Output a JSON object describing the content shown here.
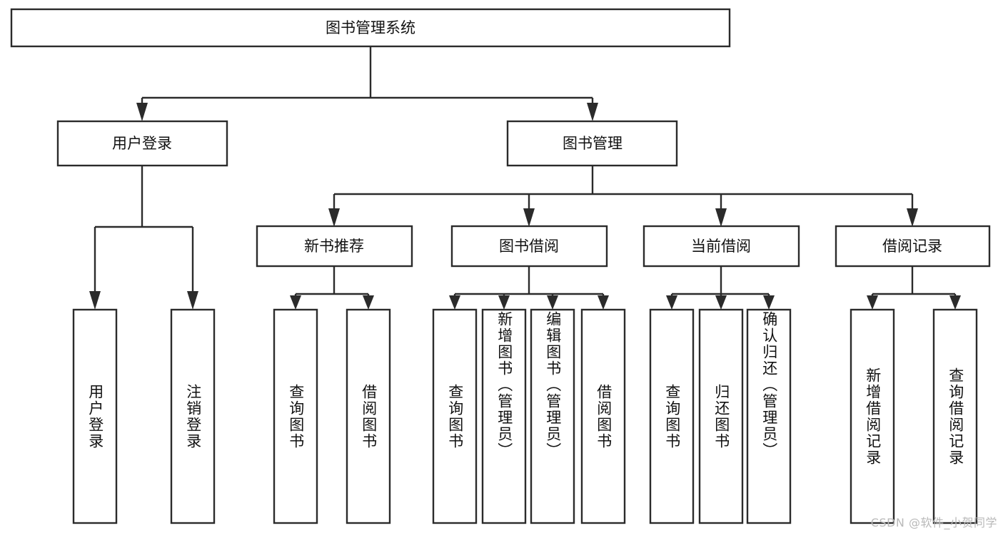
{
  "diagram": {
    "title": "图书管理系统",
    "watermark": "CSDN @软件_小贺同学",
    "colors": {
      "stroke": "#2b2b2b",
      "fill": "#ffffff",
      "text": "#111111",
      "watermark": "#b9b9b9"
    },
    "levels": {
      "root": {
        "label": "图书管理系统"
      },
      "level2": [
        {
          "label": "用户登录"
        },
        {
          "label": "图书管理"
        }
      ],
      "level3": [
        {
          "label": "新书推荐"
        },
        {
          "label": "图书借阅"
        },
        {
          "label": "当前借阅"
        },
        {
          "label": "借阅记录"
        }
      ],
      "leaves": [
        {
          "label": "用户登录"
        },
        {
          "label": "注销登录"
        },
        {
          "label": "查询图书"
        },
        {
          "label": "借阅图书"
        },
        {
          "label": "查询图书"
        },
        {
          "label": "新增图书（管理员）"
        },
        {
          "label": "编辑图书（管理员）"
        },
        {
          "label": "借阅图书"
        },
        {
          "label": "查询图书"
        },
        {
          "label": "归还图书"
        },
        {
          "label": "确认归还（管理员）"
        },
        {
          "label": "新增借阅记录"
        },
        {
          "label": "查询借阅记录"
        }
      ]
    },
    "tree": {
      "node": "图书管理系统",
      "children": [
        {
          "node": "用户登录",
          "children": [
            {
              "node": "用户登录"
            },
            {
              "node": "注销登录"
            }
          ]
        },
        {
          "node": "图书管理",
          "children": [
            {
              "node": "新书推荐",
              "children": [
                {
                  "node": "查询图书"
                },
                {
                  "node": "借阅图书"
                }
              ]
            },
            {
              "node": "图书借阅",
              "children": [
                {
                  "node": "查询图书"
                },
                {
                  "node": "新增图书（管理员）"
                },
                {
                  "node": "编辑图书（管理员）"
                },
                {
                  "node": "借阅图书"
                }
              ]
            },
            {
              "node": "当前借阅",
              "children": [
                {
                  "node": "查询图书"
                },
                {
                  "node": "归还图书"
                },
                {
                  "node": "确认归还（管理员）"
                }
              ]
            },
            {
              "node": "借阅记录",
              "children": [
                {
                  "node": "新增借阅记录"
                },
                {
                  "node": "查询借阅记录"
                }
              ]
            }
          ]
        }
      ]
    }
  }
}
